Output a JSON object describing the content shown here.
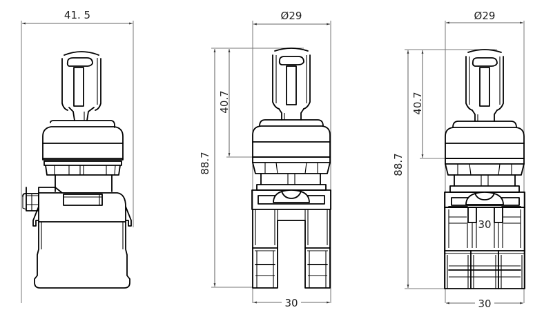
{
  "drawing": {
    "subject": "Key selector switch - dimensional drawing, three views",
    "line_color": "#000000",
    "dimension_color": "#333333",
    "background": "#ffffff"
  },
  "views": [
    {
      "name": "side-view",
      "dimensions": {
        "width": "41. 5"
      }
    },
    {
      "name": "front-view-2-contact",
      "dimensions": {
        "diameter": "Ø29",
        "key_height": "40.7",
        "total_height": "88.7",
        "base_width": "30"
      }
    },
    {
      "name": "front-view-3-contact",
      "dimensions": {
        "diameter": "Ø29",
        "key_height": "40.7",
        "total_height": "88.7",
        "base_width": "30",
        "inner_label": "30"
      }
    }
  ]
}
